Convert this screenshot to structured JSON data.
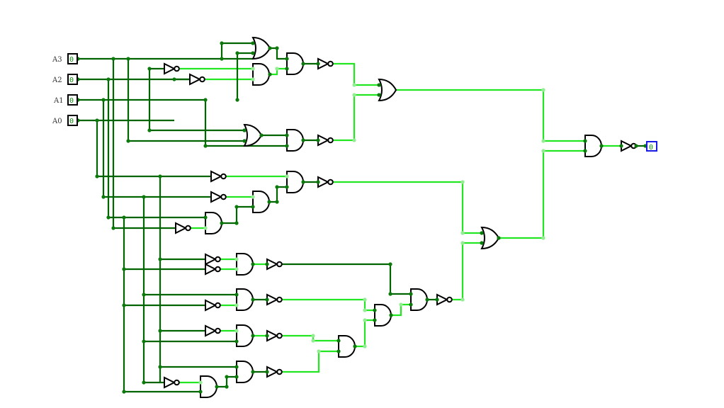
{
  "circuit": {
    "inputs": [
      {
        "name": "A3",
        "value": "0"
      },
      {
        "name": "A2",
        "value": "0"
      },
      {
        "name": "A1",
        "value": "0"
      },
      {
        "name": "A0",
        "value": "0"
      }
    ],
    "output": {
      "value": "0"
    },
    "colors": {
      "wire_low": "#006400",
      "wire_high": "#22e622",
      "gate_stroke": "#000000",
      "output_border": "#1a1ae6",
      "pin_value": "#0a8a0a"
    }
  }
}
